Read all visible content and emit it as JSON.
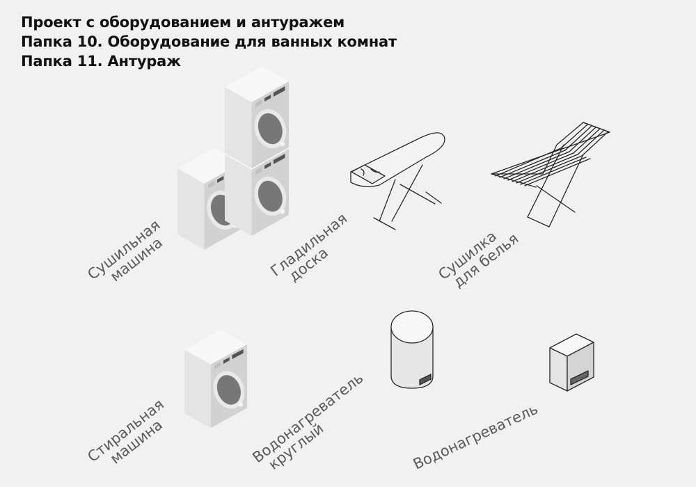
{
  "header": {
    "line1": "Проект с оборудованием и антуражем",
    "line2": "Папка 10. Оборудование для ванных комнат",
    "line3": "Папка 11. Антураж"
  },
  "labels": {
    "dryer": [
      "Сушильная",
      "машина"
    ],
    "ironing_board": [
      "Гладильная",
      "доска"
    ],
    "clothes_dryer": [
      "Сушилка",
      "для белья"
    ],
    "washer": [
      "Стиральная",
      "машина"
    ],
    "round_heater": [
      "Водонагреватель",
      "круглый"
    ],
    "heater": [
      "Водонагреватель"
    ]
  },
  "colors": {
    "background": "#f1f1f1",
    "face_light": "#f7f7f7",
    "face_mid": "#e4e4e4",
    "face_dark": "#d2d2d2",
    "drum": "#777777",
    "line": "#262626",
    "label_text": "#5a5a5a"
  }
}
